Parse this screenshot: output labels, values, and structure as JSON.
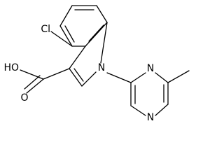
{
  "labels": {
    "chlorine": "Cl",
    "hydroxyl": "HO",
    "carbonyl_oxygen": "O",
    "indole_nitrogen": "N",
    "pyrimidine_nitrogen_upper": "N",
    "pyrimidine_nitrogen_lower": "N"
  }
}
